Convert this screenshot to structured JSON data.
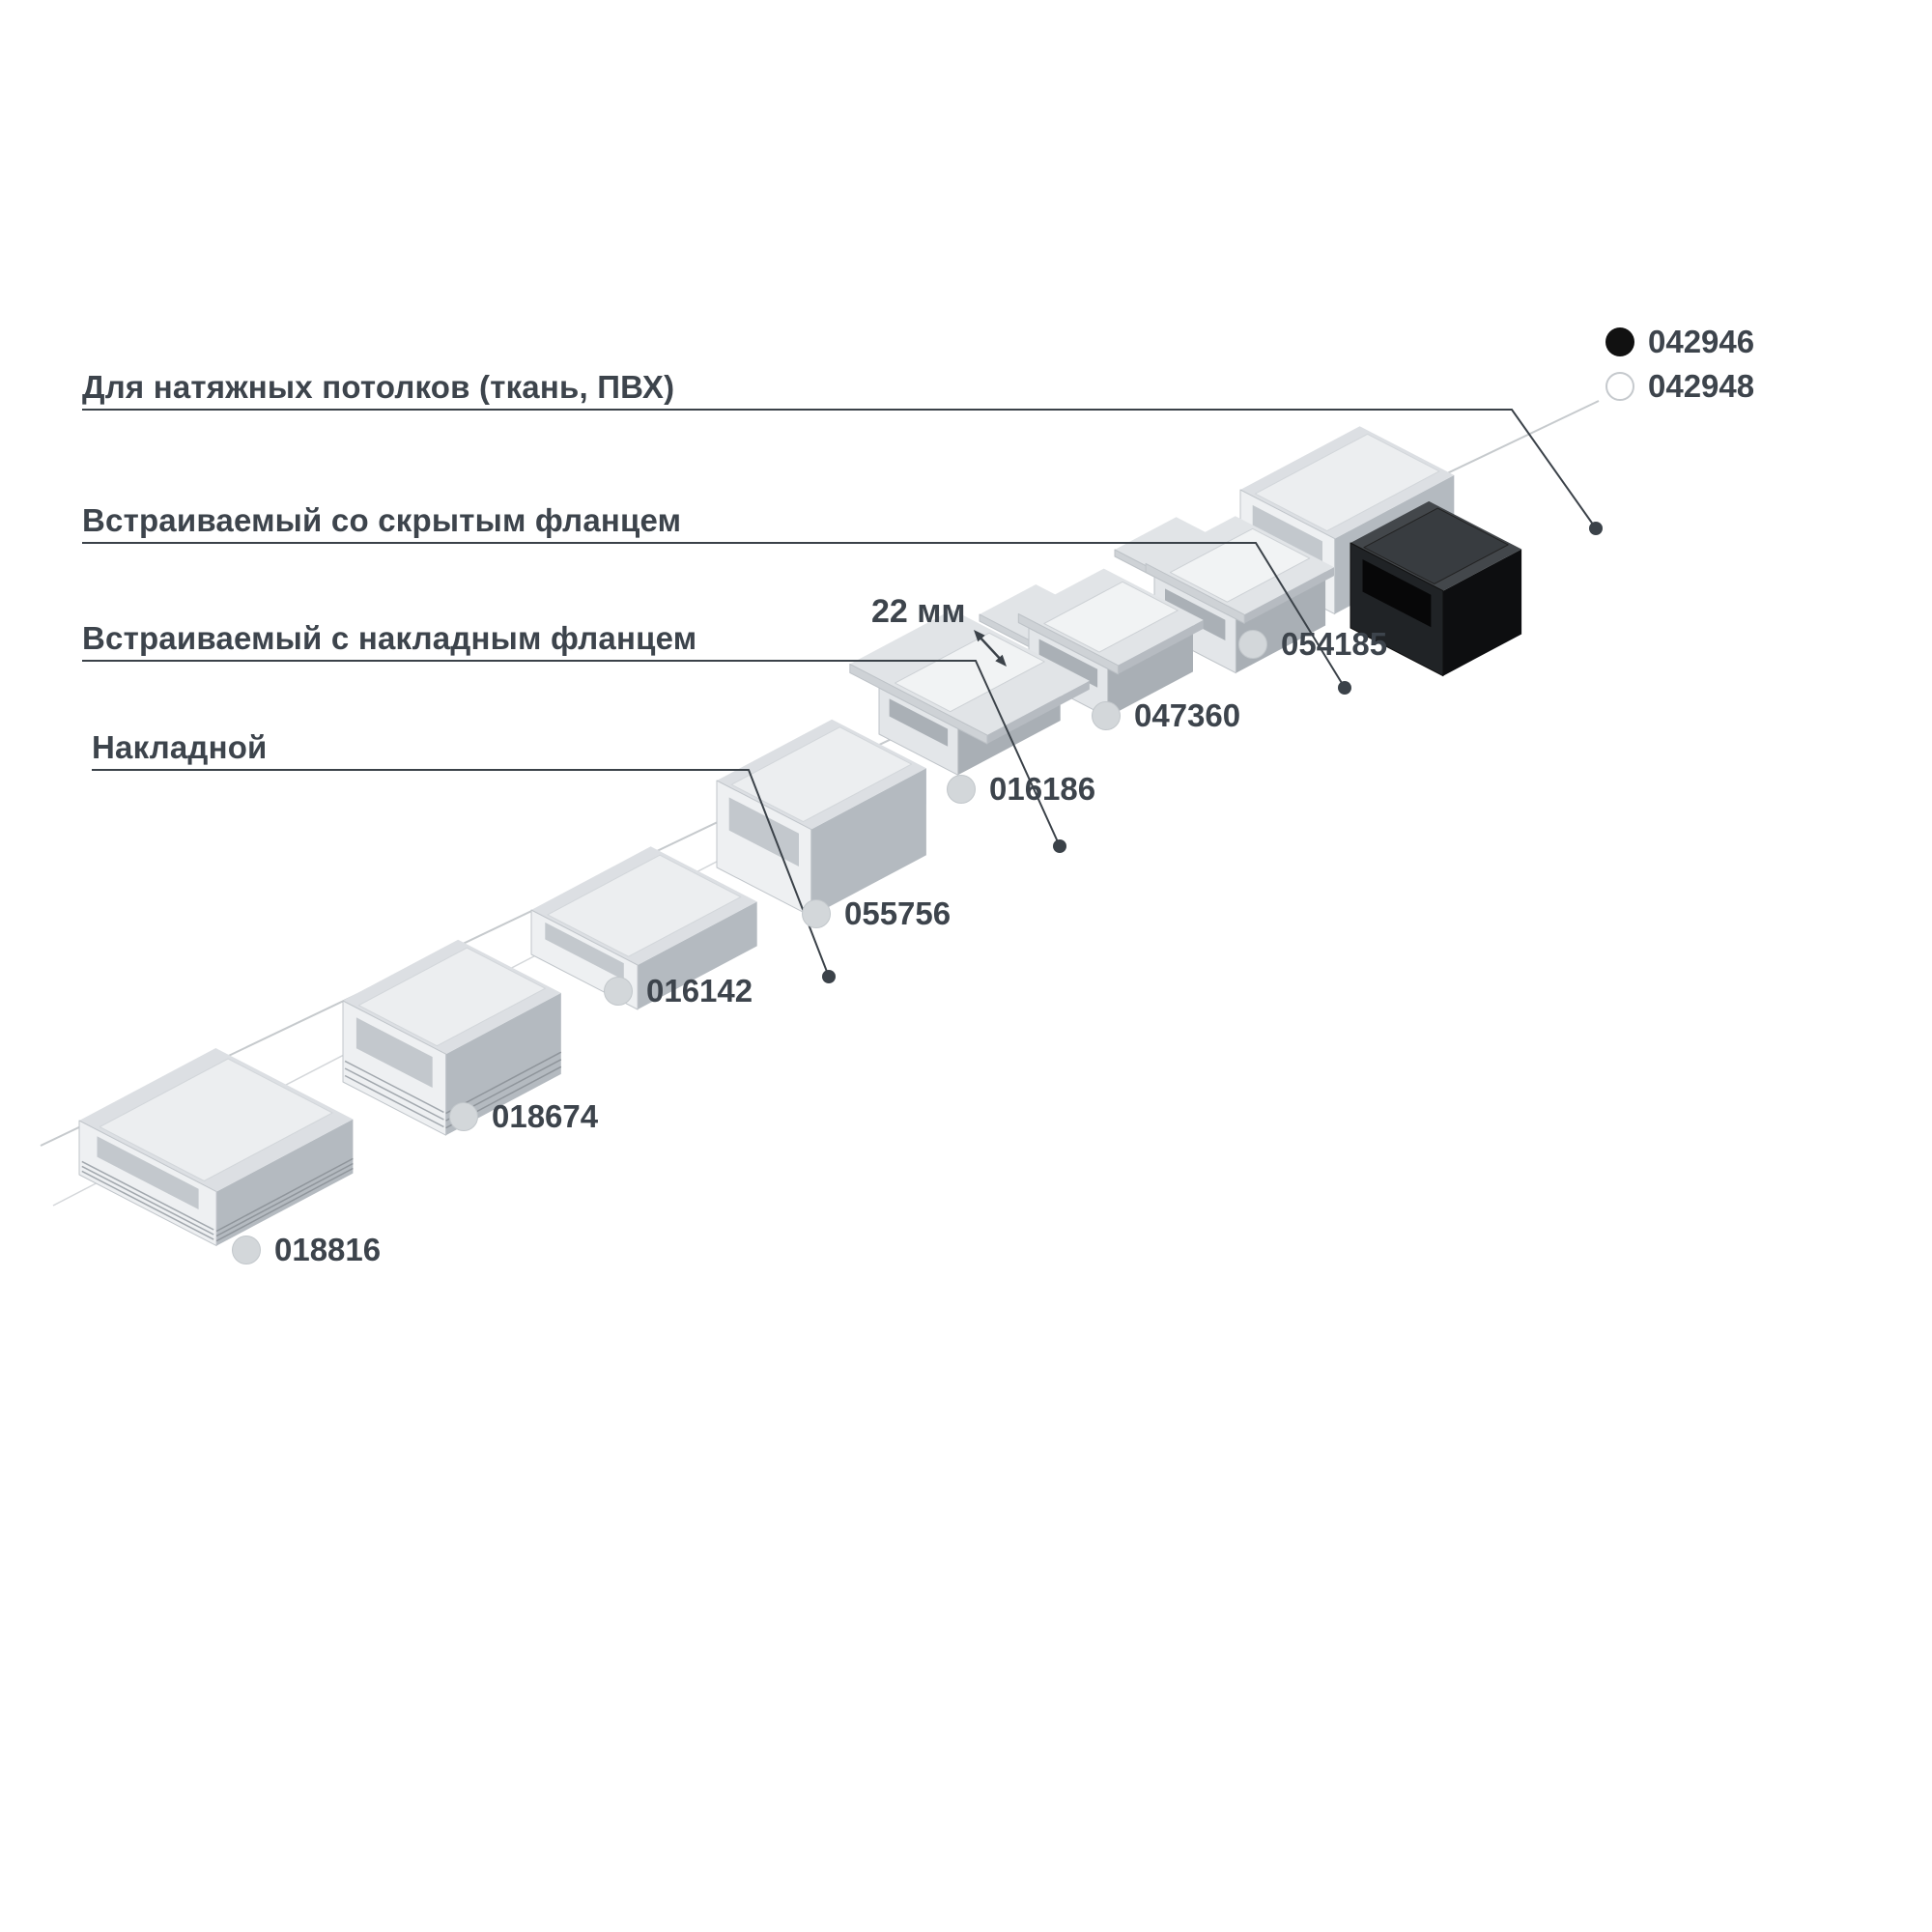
{
  "categories": [
    {
      "label": "Для натяжных потолков (ткань, ПВХ)"
    },
    {
      "label": "Встраиваемый со скрытым фланцем"
    },
    {
      "label": "Встраиваемый с накладным фланцем"
    },
    {
      "label": "Накладной"
    }
  ],
  "legend": [
    {
      "code": "042946",
      "swatch": "black"
    },
    {
      "code": "042948",
      "swatch": "white"
    }
  ],
  "products": [
    {
      "code": "018816",
      "swatch": "silver"
    },
    {
      "code": "018674",
      "swatch": "silver"
    },
    {
      "code": "016142",
      "swatch": "silver"
    },
    {
      "code": "055756",
      "swatch": "silver"
    },
    {
      "code": "016186",
      "swatch": "silver"
    },
    {
      "code": "047360",
      "swatch": "silver"
    },
    {
      "code": "054185",
      "swatch": "silver"
    }
  ],
  "dimension": {
    "text": "22 мм"
  },
  "colors": {
    "text": "#3d444c",
    "leader_line": "#3b4249",
    "plane_line": "#c6cacd",
    "swatch_silver": "#d3d7da",
    "swatch_black": "#111111",
    "swatch_white": "#ffffff",
    "profile_light_top": "#dcdfe3",
    "profile_light_front": "#eef0f2",
    "profile_light_side": "#b4bac0",
    "profile_dark": "#17191c"
  }
}
